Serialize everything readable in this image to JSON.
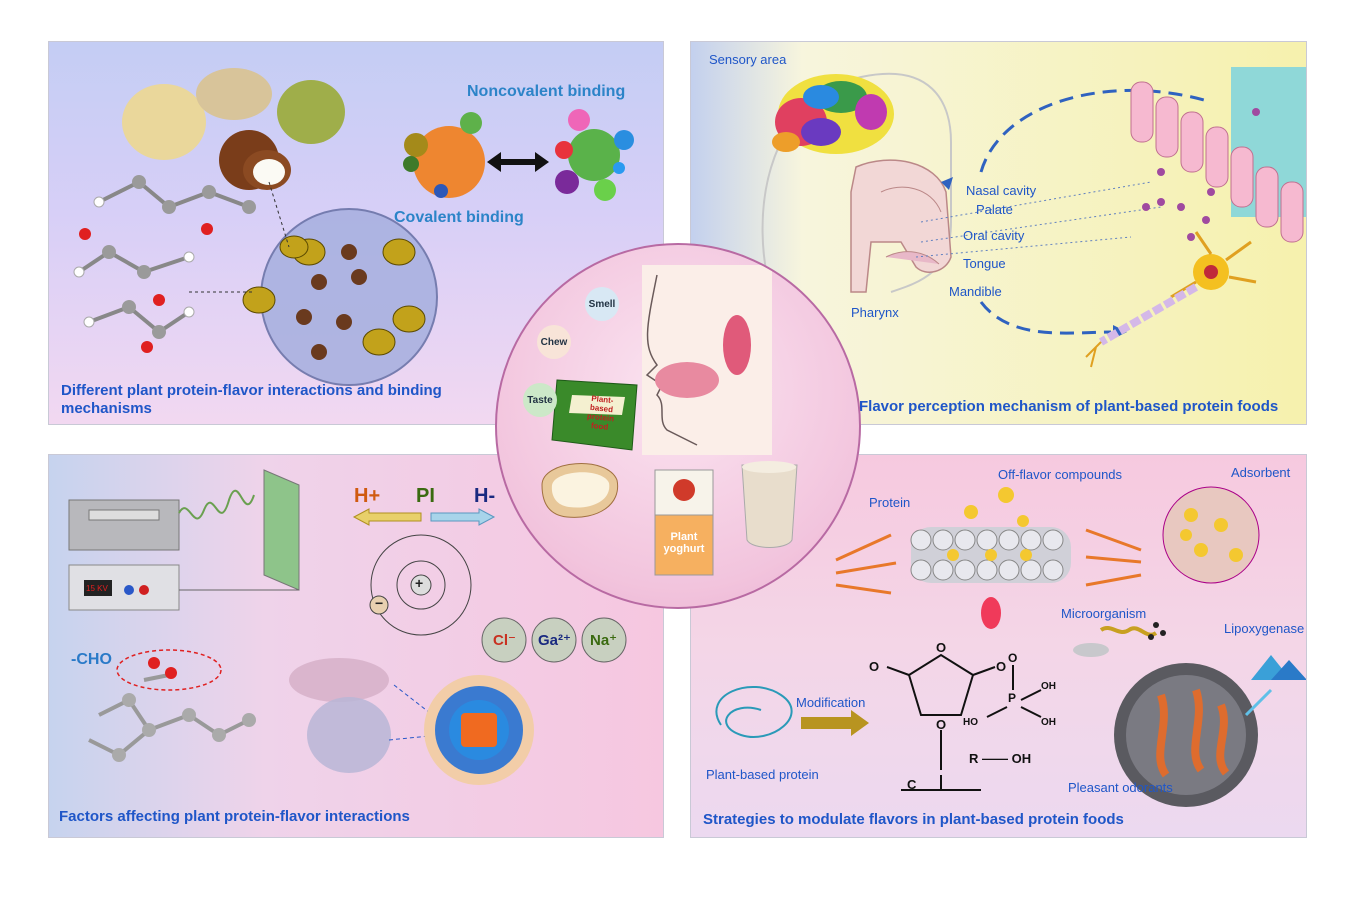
{
  "panels": {
    "interactions": {
      "title": "Different plant protein-flavor interactions and binding mechanisms",
      "noncovalent": "Noncovalent binding",
      "covalent": "Covalent binding"
    },
    "perception": {
      "title": "Flavor perception mechanism of plant-based protein foods",
      "sensory_area": "Sensory area",
      "nasal_cavity": "Nasal cavity",
      "palate": "Palate",
      "oral_cavity": "Oral cavity",
      "tongue": "Tongue",
      "mandible": "Mandible",
      "pharynx": "Pharynx"
    },
    "factors": {
      "title": "Factors affecting plant protein-flavor interactions",
      "h_plus": "H+",
      "pi": "PI",
      "h_minus": "H-",
      "plus_sign": "+",
      "minus_sign": "−",
      "cho": "-CHO",
      "ion_cl": "Cl⁻",
      "ion_ga": "Ga²⁺",
      "ion_na": "Na⁺",
      "voltage": "15 KV"
    },
    "strategies": {
      "title": "Strategies to modulate flavors in plant-based protein foods",
      "off_flavor": "Off-flavor compounds",
      "adsorbent": "Adsorbent",
      "protein": "Protein",
      "microorganism": "Microorganism",
      "lipoxygenase": "Lipoxygenase",
      "modification": "Modification",
      "plant_protein": "Plant-based protein",
      "pleasant": "Pleasant odorants",
      "formula_r_oh": "R —— OH",
      "atom_o": "O",
      "atom_p": "P",
      "atom_oh": "OH",
      "atom_ho": "HO",
      "atom_c": "C"
    }
  },
  "center": {
    "smell": "Smell",
    "chew": "Chew",
    "taste": "Taste",
    "package_label": "Plant-based protein food",
    "yoghurt_label": "Plant yoghurt"
  }
}
